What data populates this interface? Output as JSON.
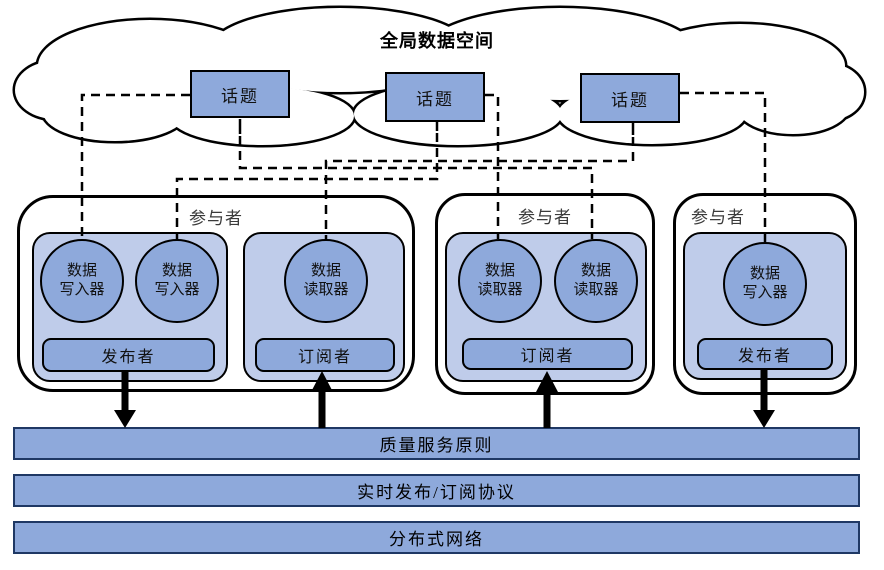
{
  "colors": {
    "box-fill": "#8EA9DB",
    "group-fill": "#BFCCEA",
    "bar-border": "#1F3864",
    "canvas-bg": "#FFFFFF",
    "line-color": "#000000"
  },
  "cloud": {
    "title": "全局数据空间"
  },
  "topics": [
    {
      "label": "话题"
    },
    {
      "label": "话题"
    },
    {
      "label": "话题"
    }
  ],
  "participants": [
    {
      "label": "参与者"
    },
    {
      "label": "参与者"
    },
    {
      "label": "参与者"
    }
  ],
  "endpoints": {
    "writer": {
      "line1": "数据",
      "line2": "写入器"
    },
    "reader": {
      "line1": "数据",
      "line2": "读取器"
    }
  },
  "roles": {
    "publisher": "发布者",
    "subscriber": "订阅者"
  },
  "layers": [
    {
      "label": "质量服务原则"
    },
    {
      "label": "实时发布/订阅协议"
    },
    {
      "label": "分布式网络"
    }
  ]
}
